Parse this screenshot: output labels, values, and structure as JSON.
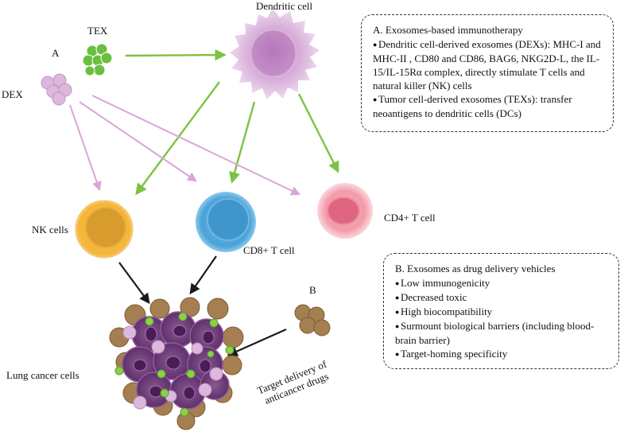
{
  "labels": {
    "dendritic_cell": "Dendritic  cell",
    "tex": "TEX",
    "marker_a": "A",
    "dex": "DEX",
    "nk_cells": "NK cells",
    "cd8": "CD8+ T cell",
    "cd4": "CD4+ T cell",
    "marker_b": "B",
    "lung_cancer": "Lung cancer cells",
    "target_delivery_line1": "Target delivery of",
    "target_delivery_line2": "anticancer drugs"
  },
  "box_a": {
    "title": "A. Exosomes-based immunotherapy",
    "items": [
      "Dendritic cell-derived exosomes (DEXs): MHC-I and MHC-II , CD80 and CD86, BAG6, NKG2D-L, the IL-15/IL-15Rα complex, directly stimulate T cells and natural killer (NK) cells",
      "Tumor cell-derived exosomes (TEXs): transfer neoantigens to dendritic cells  (DCs)"
    ]
  },
  "box_b": {
    "title": "B. Exosomes as drug delivery vehicles",
    "items": [
      "Low immunogenicity",
      "Decreased toxic",
      "High biocompatibility",
      "Surmount biological barriers (including blood-brain barrier)",
      "Target-homing specificity"
    ]
  },
  "colors": {
    "green_arrow": "#7dc242",
    "pink_arrow": "#d9a6d6",
    "black_arrow": "#1a1a1a",
    "dendritic": "#c58fc6",
    "nk_outer": "#f5b73a",
    "nk_inner": "#d89b2e",
    "cd8_outer": "#4da3d8",
    "cd8_inner": "#2f8bc4",
    "cd4_outer": "#f08c9d",
    "cd4_inner": "#e06580",
    "tex_green": "#6abf3e",
    "dex_pink": "#dcb8dc",
    "drug_brown": "#a57f52",
    "tumor_purple": "#6f3d7a"
  },
  "icons": [
    "dendritic-cell-icon",
    "tex-cluster-icon",
    "dex-cluster-icon",
    "nk-cell-icon",
    "cd8-t-cell-icon",
    "cd4-t-cell-icon",
    "drug-exosome-cluster-icon",
    "lung-cancer-cluster-icon"
  ]
}
